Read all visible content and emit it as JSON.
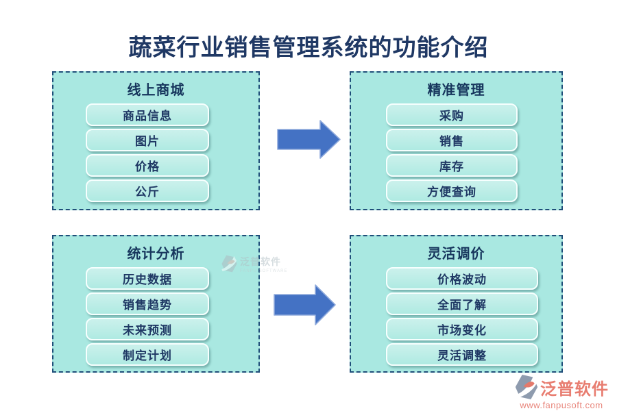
{
  "page": {
    "title": "蔬菜行业销售管理系统的功能介绍"
  },
  "panels": [
    {
      "title": "线上商城",
      "items": [
        "商品信息",
        "图片",
        "价格",
        "公斤"
      ]
    },
    {
      "title": "精准管理",
      "items": [
        "采购",
        "销售",
        "库存",
        "方便查询"
      ]
    },
    {
      "title": "统计分析",
      "items": [
        "历史数据",
        "销售趋势",
        "未来预测",
        "制定计划"
      ]
    },
    {
      "title": "灵活调价",
      "items": [
        "价格波动",
        "全面了解",
        "市场变化",
        "灵活调整"
      ]
    }
  ],
  "watermark_center": {
    "brand": "泛普软件",
    "subtitle": "FANPU SOFTWARE"
  },
  "watermark_bottom": {
    "brand": "泛普软件",
    "url": "www.fanpusoft.com"
  },
  "icons": {
    "arrow": "right-arrow-icon",
    "logo": "fanpu-logo-icon"
  },
  "colors": {
    "title_text": "#1F3864",
    "panel_bg": "#A9E8E1",
    "panel_border": "#1F4E79",
    "button_bg": "#BCEDE7",
    "button_border": "#F6FFFE",
    "button_text": "#1F3864",
    "arrow_fill": "#4472C4",
    "arrow_stroke": "#8FAADC",
    "watermark_salmon": "#E87D70",
    "logo_gray": "#8E9BAE"
  }
}
